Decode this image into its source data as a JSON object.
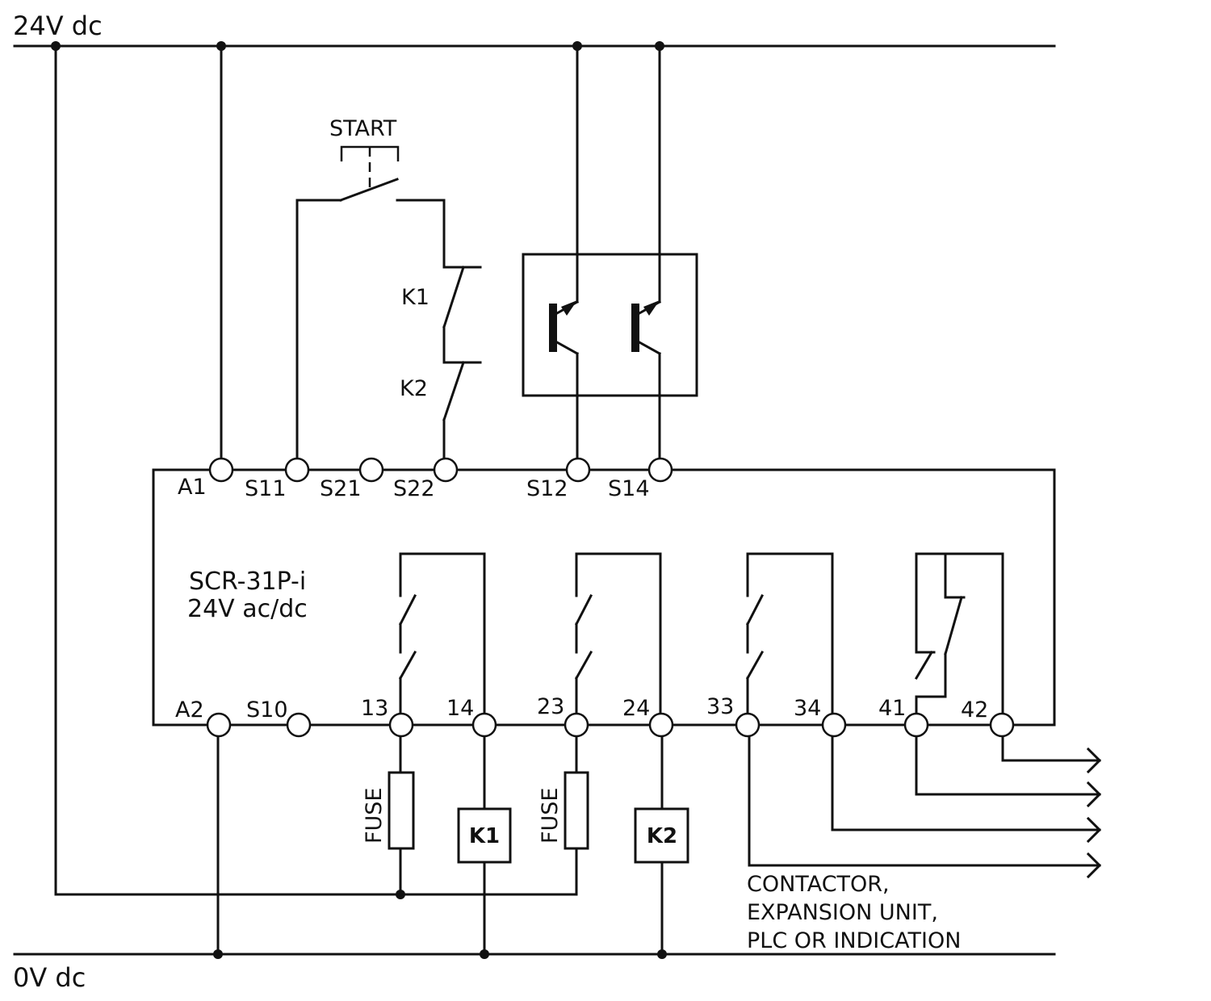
{
  "rails": {
    "top": "24V dc",
    "bottom": "0V dc"
  },
  "start_label": "START",
  "contacts": {
    "k1": "K1",
    "k2": "K2"
  },
  "module": {
    "name": "SCR-31P-i",
    "voltage": "24V ac/dc"
  },
  "terminals_top": [
    "A1",
    "S11",
    "S21",
    "S22",
    "S12",
    "S14"
  ],
  "terminals_bottom": [
    "A2",
    "S10",
    "13",
    "14",
    "23",
    "24",
    "33",
    "34",
    "41",
    "42"
  ],
  "fuses": [
    "FUSE",
    "FUSE"
  ],
  "coils": [
    "K1",
    "K2"
  ],
  "outputs_note": [
    "CONTACTOR,",
    "EXPANSION UNIT,",
    "PLC OR INDICATION"
  ]
}
